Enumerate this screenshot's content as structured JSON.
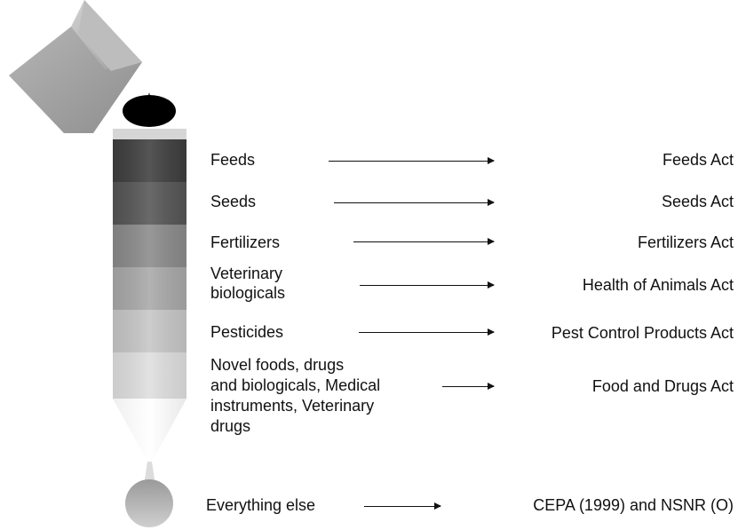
{
  "rows": [
    {
      "product": "Feeds",
      "act": "Feeds Act",
      "shade": "#3e3e3e"
    },
    {
      "product": "Seeds",
      "act": "Seeds Act",
      "shade": "#555555"
    },
    {
      "product": "Fertilizers",
      "act": "Fertilizers Act",
      "shade": "#8a8a8a"
    },
    {
      "product": "Veterinary\nbiologicals",
      "act": "Health of Animals Act",
      "shade": "#a8a8a8"
    },
    {
      "product": "Pesticides",
      "act": "Pest Control Products Act",
      "shade": "#c6c6c6"
    },
    {
      "product": "Novel foods, drugs\nand biologicals, Medical\ninstruments, Veterinary\ndrugs",
      "act": "Food and Drugs Act",
      "shade": "#dedede"
    },
    {
      "product": "Everything else",
      "act": "CEPA (1999) and NSNR (O)",
      "shade": "#a0a0a0"
    }
  ]
}
